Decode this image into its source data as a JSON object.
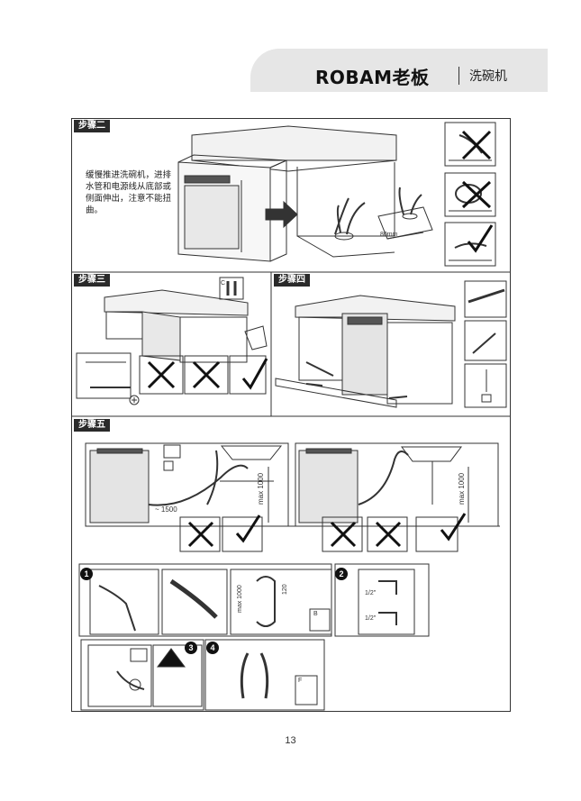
{
  "header": {
    "brand": "ROBAM老板",
    "product": "洗碗机"
  },
  "steps": {
    "s2": "步骤二",
    "s3": "步骤三",
    "s4": "步骤四",
    "s5": "步骤五"
  },
  "step2_note": "缓慢推进洗碗机，进排水管和电源线从底部或侧面伸出，注意不能扭曲。",
  "labels": {
    "dim_80": "80mm",
    "c": "C",
    "b": "B",
    "f": "F",
    "max1000": "max 1000",
    "l1500": "~ 1500",
    "half_inch": "1/2\"",
    "n120": "120",
    "n1": "1",
    "n2": "2",
    "n3": "3",
    "n4": "4"
  },
  "page_number": "13"
}
